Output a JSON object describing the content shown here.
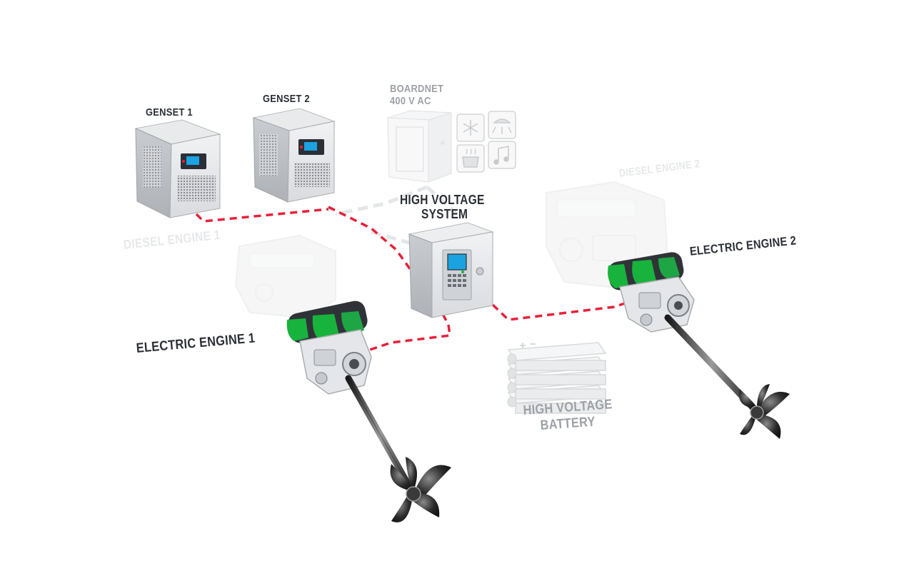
{
  "labels": {
    "genset1": "GENSET 1",
    "genset2": "GENSET 2",
    "boardnet_line1": "BOARDNET",
    "boardnet_line2": "400 V AC",
    "hv_system_line1": "HIGH VOLTAGE",
    "hv_system_line2": "SYSTEM",
    "diesel_engine_1": "DIESEL ENGINE 1",
    "diesel_engine_2": "DIESEL ENGINE 2",
    "electric_engine_1": "ELECTRIC ENGINE 1",
    "electric_engine_2": "ELECTRIC ENGINE 2",
    "hv_battery_line1": "HIGH VOLTAGE",
    "hv_battery_line2": "BATTERY"
  },
  "colors": {
    "dc_line": "#e8203a",
    "ac_line": "#e4e6e9",
    "motor_accent": "#17b33c",
    "screen": "#1aa3e0"
  },
  "icons": [
    "snowflake-icon",
    "light-icon",
    "cooking-pot-icon",
    "music-note-icon"
  ]
}
